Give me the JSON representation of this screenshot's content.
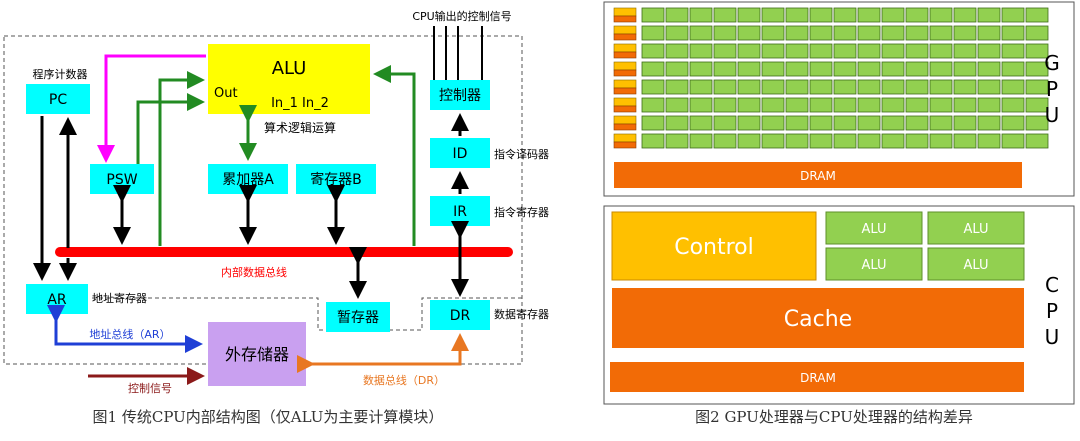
{
  "figure1": {
    "caption": "图1 传统CPU内部结构图（仅ALU为主要计算模块）",
    "cpu_control_output_label": "CPU输出的控制信号",
    "alu": {
      "title": "ALU",
      "out": "Out",
      "inputs": "In_1 In_2",
      "desc": "算术逻辑运算"
    },
    "pc": {
      "name": "PC",
      "label": "程序计数器"
    },
    "psw": {
      "name": "PSW"
    },
    "acc": {
      "name": "累加器A"
    },
    "regb": {
      "name": "寄存器B"
    },
    "controller": {
      "name": "控制器"
    },
    "id": {
      "name": "ID",
      "label": "指令译码器"
    },
    "ir": {
      "name": "IR",
      "label": "指令寄存器"
    },
    "bus_label": "内部数据总线",
    "ar": {
      "name": "AR",
      "label": "地址寄存器"
    },
    "temp": {
      "name": "暂存器"
    },
    "dr": {
      "name": "DR",
      "label": "数据寄存器"
    },
    "memory": {
      "name": "外存储器"
    },
    "address_bus": "地址总线（AR）",
    "control_signal": "控制信号",
    "data_bus": "数据总线（DR）"
  },
  "figure2": {
    "caption": "图2 GPU处理器与CPU处理器的结构差异",
    "gpu": {
      "label": [
        "G",
        "P",
        "U"
      ],
      "rows": 8,
      "cols": 17,
      "dram": "DRAM"
    },
    "cpu": {
      "label": [
        "C",
        "P",
        "U"
      ],
      "control": "Control",
      "alus": [
        "ALU",
        "ALU",
        "ALU",
        "ALU"
      ],
      "cache": "Cache",
      "dram": "DRAM"
    }
  },
  "colors": {
    "cyan": "#00FFFF",
    "alu_yellow": "#FFFF00",
    "bus_red": "#FF0000",
    "green": "#228B22",
    "magenta": "#FF00FF",
    "blue": "#1F3FD6",
    "dark_red": "#8B1A1A",
    "orange": "#E87722",
    "memory_purple": "#C9A0F0",
    "gpu_core": "#92D050",
    "gpu_ctrl": "#FFC000",
    "dram_orange": "#F26B06",
    "cache_orange": "#F26B06",
    "control_gold": "#FFC000"
  }
}
